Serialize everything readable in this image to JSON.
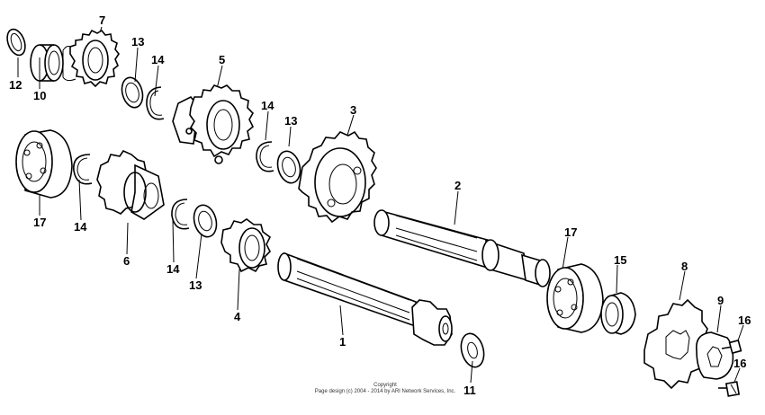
{
  "callouts": {
    "c1": "1",
    "c2": "2",
    "c3": "3",
    "c4": "4",
    "c5": "5",
    "c6": "6",
    "c7": "7",
    "c8": "8",
    "c9": "9",
    "c10": "10",
    "c11": "11",
    "c12": "12",
    "c13a": "13",
    "c13b": "13",
    "c13c": "13",
    "c14a": "14",
    "c14b": "14",
    "c14c": "14",
    "c14d": "14",
    "c15": "15",
    "c16a": "16",
    "c16b": "16",
    "c17a": "17",
    "c17b": "17"
  },
  "copyright": {
    "line1": "Copyright",
    "line2": "Page design (c) 2004 - 2014 by ARI Network Services, Inc."
  }
}
